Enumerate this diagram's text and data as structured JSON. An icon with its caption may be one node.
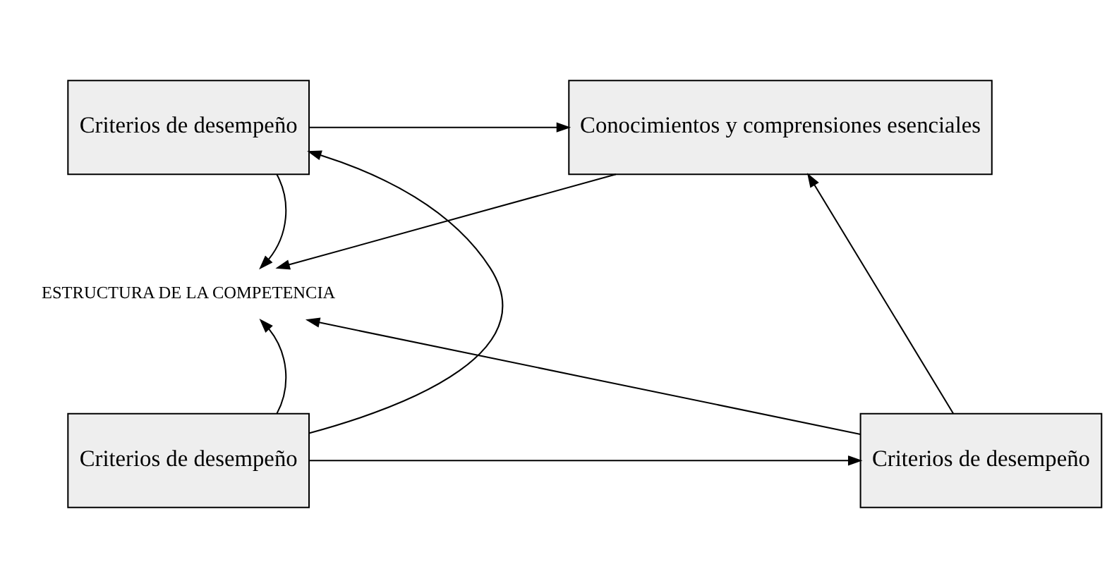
{
  "diagram": {
    "nodes": [
      {
        "text": [
          "Criterios de desempeño"
        ]
      },
      {
        "text": [
          "Conocimientos y comprensiones esenciales"
        ]
      },
      {
        "text": [
          "ESTRUCTURA DE LA COMPETENCIA"
        ]
      },
      {
        "text": [
          "Criterios de desempeño"
        ]
      },
      {
        "text": [
          "Criterios de desempeño"
        ]
      }
    ],
    "edges": [
      {
        "from": 0,
        "to": 1,
        "arrow": "to"
      },
      {
        "from": 0,
        "to": 2,
        "arrow": "to"
      },
      {
        "from": 1,
        "to": 2,
        "arrow": "to"
      },
      {
        "from": 3,
        "to": 0,
        "arrow": "to"
      },
      {
        "from": 3,
        "to": 2,
        "arrow": "to"
      },
      {
        "from": 4,
        "to": 2,
        "arrow": "to"
      },
      {
        "from": 3,
        "to": 4,
        "arrow": "to"
      },
      {
        "from": 4,
        "to": 1,
        "arrow": "to"
      }
    ]
  }
}
